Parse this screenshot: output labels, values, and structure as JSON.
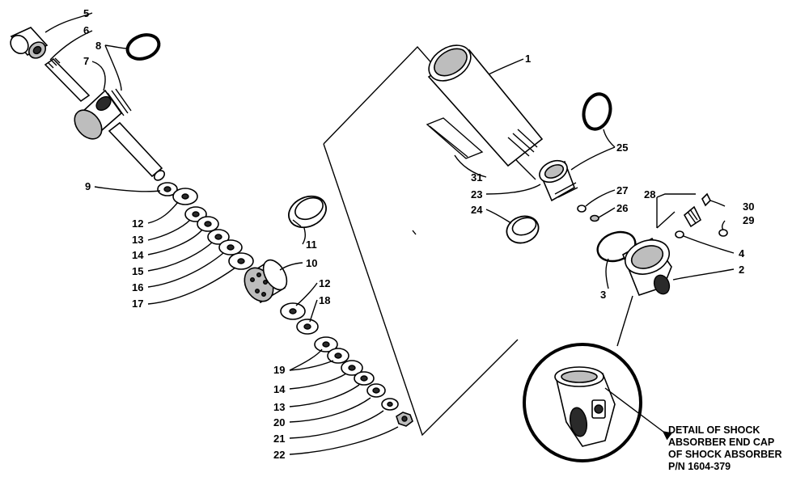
{
  "callouts": {
    "n1": "1",
    "n2": "2",
    "n3": "3",
    "n4": "4",
    "n5": "5",
    "n6": "6",
    "n7": "7",
    "n8": "8",
    "n9": "9",
    "n10": "10",
    "n11": "11",
    "n12a": "12",
    "n12b": "12",
    "n13a": "13",
    "n13b": "13",
    "n14a": "14",
    "n14b": "14",
    "n15": "15",
    "n16": "16",
    "n17": "17",
    "n18": "18",
    "n19": "19",
    "n20": "20",
    "n21": "21",
    "n22": "22",
    "n23": "23",
    "n24": "24",
    "n25": "25",
    "n26": "26",
    "n27": "27",
    "n28": "28",
    "n29": "29",
    "n30": "30",
    "n31": "31"
  },
  "detail_caption": [
    "DETAIL OF SHOCK",
    "ABSORBER END CAP",
    "OF SHOCK ABSORBER",
    "P/N 1604-379"
  ]
}
